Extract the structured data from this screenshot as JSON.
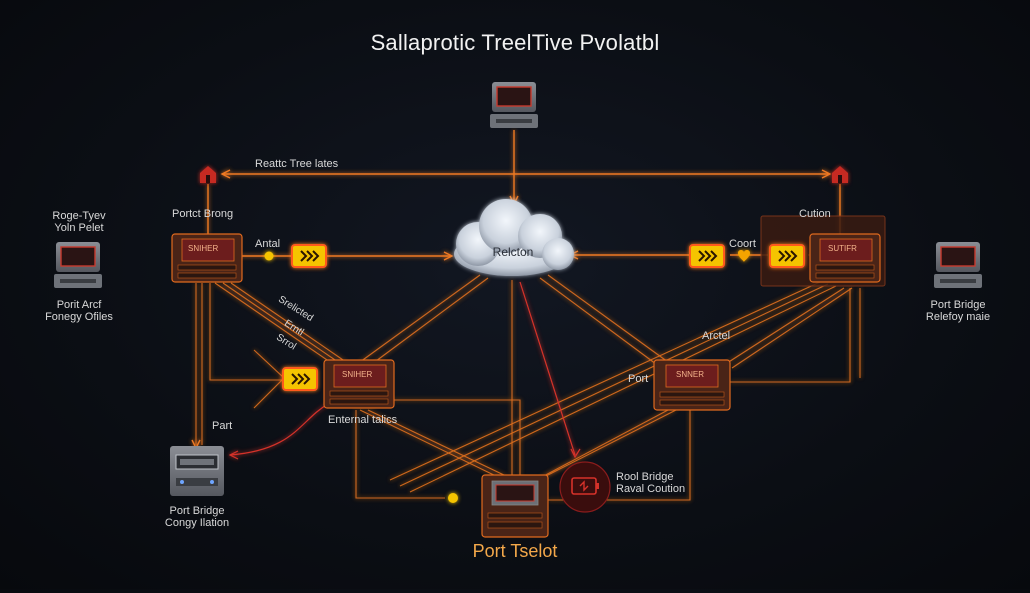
{
  "title": "Sallaprotic TreelTive Pvolatbl",
  "footer": "Port Tselot",
  "cloud_label": "Relcton",
  "top_link_label": "Reattc Tree lates",
  "left_pc": {
    "line1": "Roge-Tyev",
    "line2": "Yoln Pelet",
    "line3": "Porit Arcf",
    "line4": "Fonegy Ofiles"
  },
  "right_pc": {
    "line1": "Port Bridge",
    "line2": "Relefoy maie"
  },
  "bottom_left_device": {
    "line1": "Port Bridge",
    "line2": "Congy Ilation"
  },
  "switches": {
    "top_left": {
      "screen": "SNIHER",
      "label": "Portct Brong"
    },
    "top_right": {
      "screen": "SUTIFR",
      "label": "Cution"
    },
    "mid_left": {
      "screen": "SNIHER"
    },
    "mid_right": {
      "screen": "SNNER"
    },
    "bottom": {
      "screen": ""
    }
  },
  "labels": {
    "antal": "Antal",
    "coort": "Coort",
    "arctel": "Arctel",
    "port_mid_right": "Port",
    "part": "Part",
    "slanted_1": "Srelicted",
    "slanted_2": "Erntl",
    "slanted_3": "Srrol",
    "enternal": "Enternal talics",
    "root_bridge_1": "Rool Bridge",
    "root_bridge_2": "Raval Coution"
  },
  "colors": {
    "accent": "#f07a22",
    "alert": "#d6322a",
    "badge": "#f5c400",
    "background": "#0b0e14"
  },
  "icons": [
    "monitor-icon",
    "home-alert-icon",
    "cloud-icon",
    "forward-chevrons-icon",
    "switch-icon",
    "battery-alert-icon"
  ]
}
